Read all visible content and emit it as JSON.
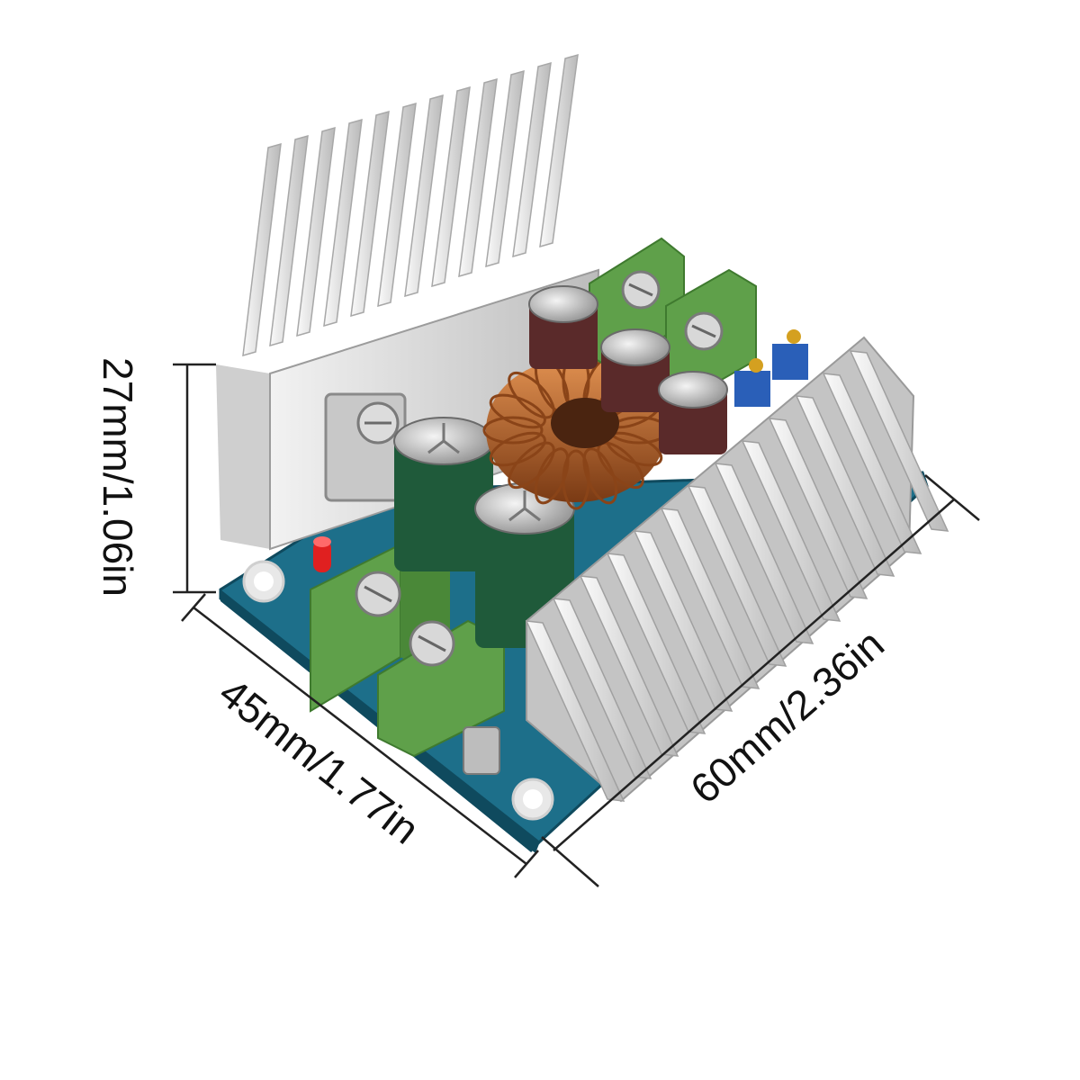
{
  "dimensions": {
    "height_label": "27mm/1.06in",
    "depth_label": "45mm/1.77in",
    "length_label": "60mm/2.36in"
  },
  "colors": {
    "background": "#ffffff",
    "pcb": "#1d6f8a",
    "heatsink": "#d9d9d9",
    "heatsink_shadow": "#a9a9a9",
    "terminal_green": "#5fa04a",
    "capacitor_green": "#1f5a3a",
    "capacitor_maroon": "#5a2a2a",
    "copper": "#b8682e",
    "trimmer_blue": "#2a5fb8",
    "led_red": "#e02020",
    "dimension_line": "#222222"
  }
}
